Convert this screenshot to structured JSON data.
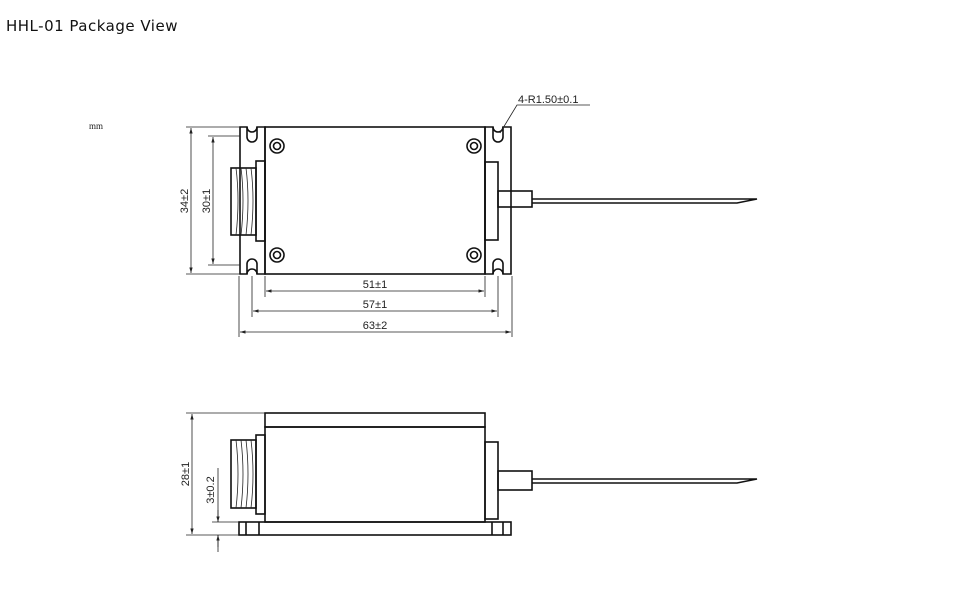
{
  "title": "HHL-01 Package View",
  "unit": "mm",
  "top_view": {
    "radius_note": "4-R1.50±0.1",
    "height_outer": "34±2",
    "height_inner": "30±1",
    "width_body": "51±1",
    "width_holes": "57±1",
    "width_outer": "63±2"
  },
  "side_view": {
    "height": "28±1",
    "base_thickness": "3±0.2"
  }
}
